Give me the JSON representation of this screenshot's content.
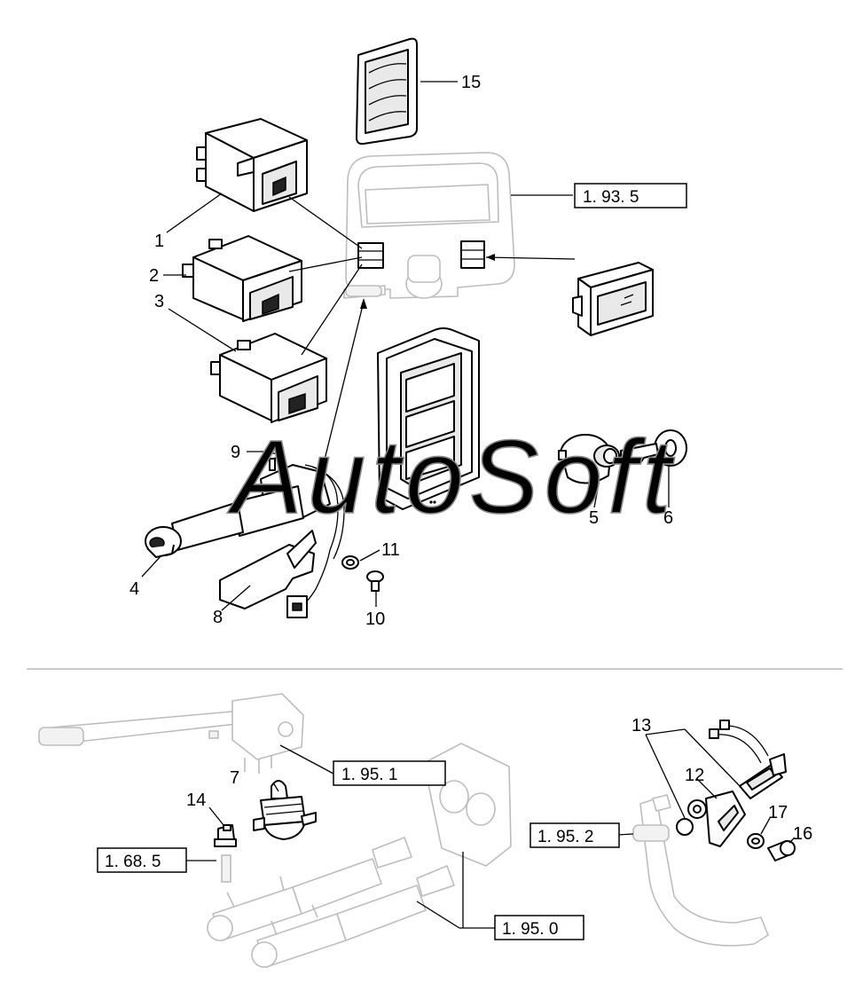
{
  "watermark": "AutoSoft",
  "upper_section": {
    "callouts": [
      {
        "id": "callout-1",
        "label": "1"
      },
      {
        "id": "callout-2",
        "label": "2"
      },
      {
        "id": "callout-3",
        "label": "3"
      },
      {
        "id": "callout-4",
        "label": "4"
      },
      {
        "id": "callout-5",
        "label": "5"
      },
      {
        "id": "callout-6",
        "label": "6"
      },
      {
        "id": "callout-8",
        "label": "8"
      },
      {
        "id": "callout-9",
        "label": "9"
      },
      {
        "id": "callout-10",
        "label": "10"
      },
      {
        "id": "callout-11",
        "label": "11"
      },
      {
        "id": "callout-15",
        "label": "15"
      }
    ],
    "references": [
      {
        "id": "ref-1-93-5",
        "label": "1. 93. 5"
      }
    ]
  },
  "lower_section": {
    "callouts": [
      {
        "id": "callout-7",
        "label": "7"
      },
      {
        "id": "callout-12",
        "label": "12"
      },
      {
        "id": "callout-13",
        "label": "13"
      },
      {
        "id": "callout-14",
        "label": "14"
      },
      {
        "id": "callout-16",
        "label": "16"
      },
      {
        "id": "callout-17",
        "label": "17"
      }
    ],
    "references": [
      {
        "id": "ref-1-95-1",
        "label": "1. 95. 1"
      },
      {
        "id": "ref-1-68-5",
        "label": "1. 68. 5"
      },
      {
        "id": "ref-1-95-2",
        "label": "1. 95. 2"
      },
      {
        "id": "ref-1-95-0",
        "label": "1. 95. 0"
      }
    ]
  }
}
